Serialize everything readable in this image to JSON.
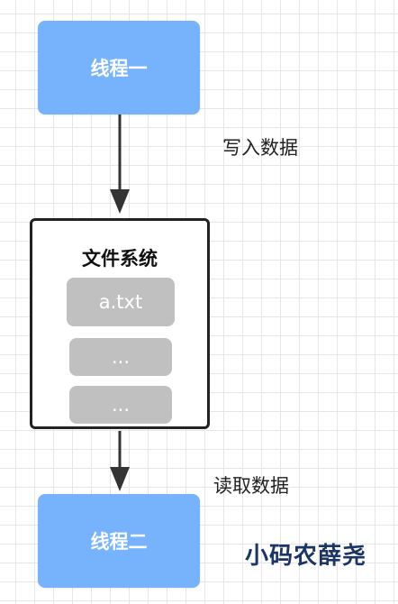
{
  "nodes": {
    "thread_1": "线程一",
    "file_system": "文件系统",
    "file_1": "a.txt",
    "file_2": "...",
    "file_3": "...",
    "thread_2": "线程二"
  },
  "edges": {
    "write": "写入数据",
    "read": "读取数据"
  },
  "watermark": "小码农薛尧",
  "colors": {
    "thread_fill": "#77b3fd",
    "file_fill": "#c0c0c0",
    "border": "#222222",
    "arrow": "#333333",
    "watermark": "#1b3566"
  }
}
